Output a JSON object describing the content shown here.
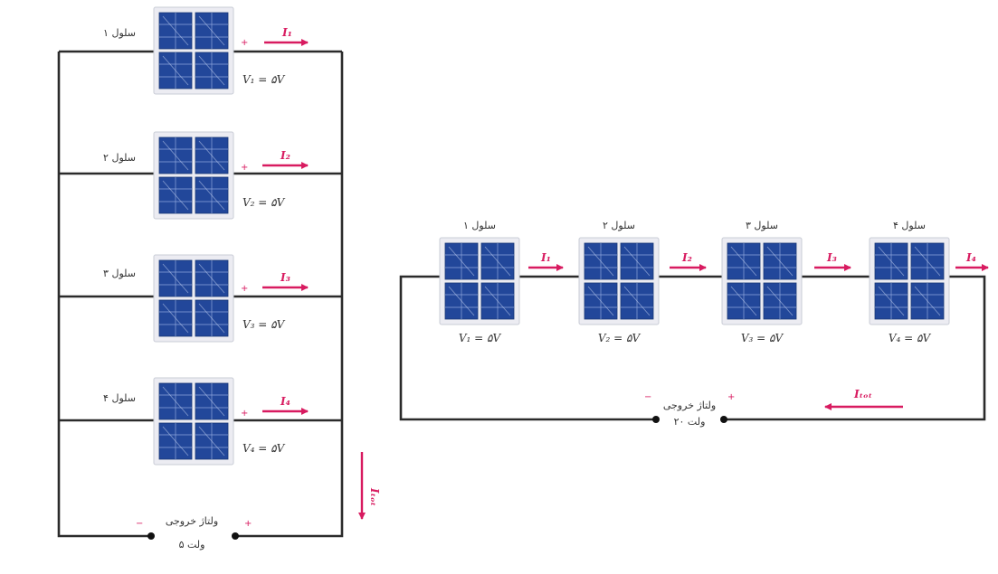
{
  "colors": {
    "wire": "#2b2b2b",
    "current": "#d81b60",
    "panel": "#22479a",
    "panel_frame": "#ececf2"
  },
  "parallel": {
    "cells": [
      {
        "label": "سلول ۱",
        "voltage": "V₁ = ۵V",
        "current": "I₁",
        "sign": "+"
      },
      {
        "label": "سلول ۲",
        "voltage": "V₂ = ۵V",
        "current": "I₂",
        "sign": "+"
      },
      {
        "label": "سلول ۳",
        "voltage": "V₃ = ۵V",
        "current": "I₃",
        "sign": "+"
      },
      {
        "label": "سلول ۴",
        "voltage": "V₄ = ۵V",
        "current": "I₄",
        "sign": "+"
      }
    ],
    "output_label": "ولتاژ خروجی",
    "output_value": "۵ ولت",
    "total_current": "Iₜₒₜ",
    "minus_sign": "−",
    "plus_sign": "+"
  },
  "series": {
    "cells": [
      {
        "label": "سلول ۱",
        "voltage": "V₁ = ۵V",
        "current": "I₁"
      },
      {
        "label": "سلول ۲",
        "voltage": "V₂ = ۵V",
        "current": "I₂"
      },
      {
        "label": "سلول ۳",
        "voltage": "V₃ = ۵V",
        "current": "I₃"
      },
      {
        "label": "سلول ۴",
        "voltage": "V₄ = ۵V",
        "current": "I₄"
      }
    ],
    "output_label": "ولتاژ خروجی",
    "output_value": "۲۰ ولت",
    "total_current": "Iₜₒₜ",
    "minus_sign": "−",
    "plus_sign": "+"
  }
}
